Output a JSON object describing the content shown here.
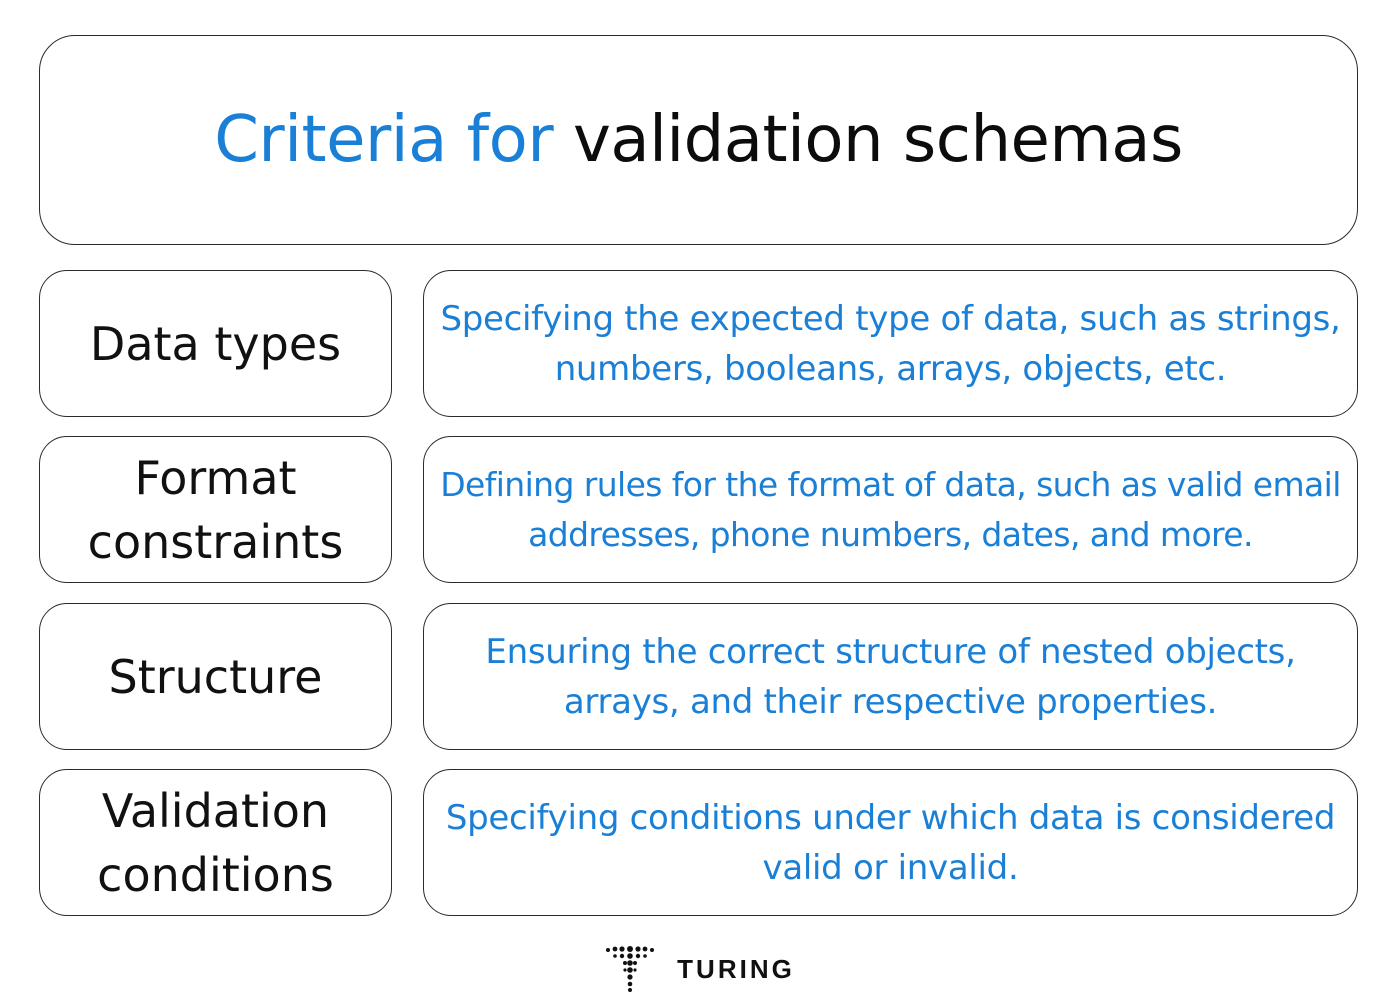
{
  "header": {
    "title_accent": "Criteria for",
    "title_rest": "validation schemas",
    "accent_color": "#1a7fd6"
  },
  "criteria": [
    {
      "label": "Data types",
      "description": "Specifying the expected type of data, such as strings, numbers, booleans, arrays, objects, etc."
    },
    {
      "label": "Format\nconstraints",
      "description": "Defining rules for the format of data, such as valid email addresses, phone numbers, dates, and more."
    },
    {
      "label": "Structure",
      "description": "Ensuring the correct structure of nested objects, arrays, and their respective properties."
    },
    {
      "label": "Validation\nconditions",
      "description": "Specifying conditions under which data is considered valid or invalid."
    }
  ],
  "footer": {
    "brand": "TURING",
    "logo_icon": "turing-dotted-t-logo"
  }
}
